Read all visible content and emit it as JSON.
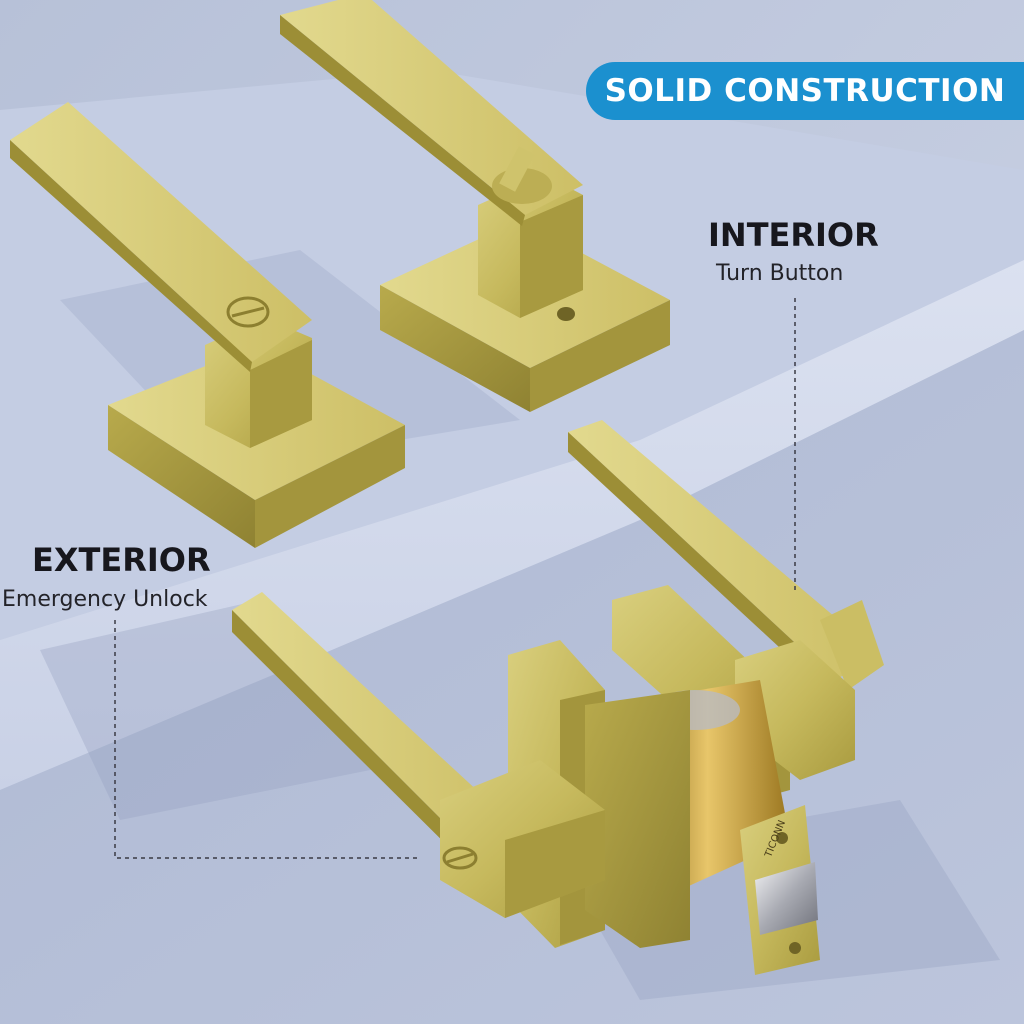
{
  "banner": {
    "text": "SOLID CONSTRUCTION",
    "color": "#1b90cf"
  },
  "callouts": {
    "interior": {
      "title": "INTERIOR",
      "subtitle": "Turn Button"
    },
    "exterior": {
      "title": "EXTERIOR",
      "subtitle": "Emergency Unlock"
    }
  },
  "product": {
    "brand_stamp": "TICONN",
    "finish_color": "#c9bd62"
  }
}
